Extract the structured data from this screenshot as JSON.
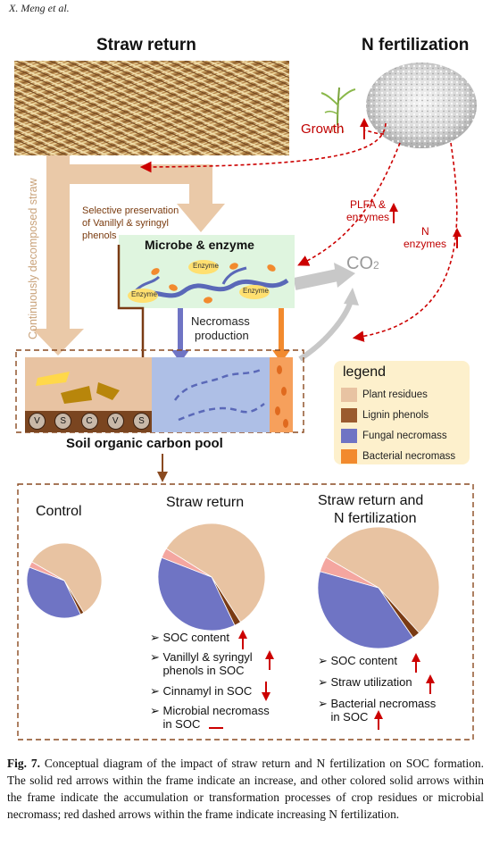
{
  "header": "X. Meng et al.",
  "titles": {
    "straw_return": "Straw return",
    "n_fertilization": "N fertilization"
  },
  "labels": {
    "growth": "Growth",
    "continuously_decomposed_straw": "Continuously decomposed straw",
    "selective_preservation_1": "Selective preservation",
    "selective_preservation_2": "of Vanillyl & syringyl",
    "selective_preservation_3": "phenols",
    "plfa_1": "PLFA &",
    "plfa_2": "enzymes",
    "n_enzymes_1": "N",
    "n_enzymes_2": "enzymes",
    "microbe_enzyme": "Microbe & enzyme",
    "enzyme": "Enzyme",
    "co2_main": "CO",
    "co2_sub": "2",
    "necromass_1": "Necromass",
    "necromass_2": "production",
    "soil_pool": "Soil organic carbon pool",
    "lignin_glyphs": [
      "V",
      "S",
      "C",
      "V",
      "S"
    ]
  },
  "legend": {
    "title": "legend",
    "items": [
      {
        "label": "Plant residues",
        "color": "#e8c3a2"
      },
      {
        "label": "Lignin phenols",
        "color": "#9a5a2e"
      },
      {
        "label": "Fungal necromass",
        "color": "#6f74c4"
      },
      {
        "label": "Bacterial necromass",
        "color": "#f28a2e"
      }
    ]
  },
  "colors": {
    "straw_arrow": "#eac9a8",
    "red_dashed": "#cc0000",
    "microbe_box": "#dff5df",
    "fungal_box": "#aebfe6",
    "bacterial_box": "#f6a05c",
    "frame": "#8a4a20",
    "co2_arrow": "#c8c8c8"
  },
  "pies": [
    {
      "title": "Control",
      "slices": [
        {
          "name": "Plant residues",
          "value": 58,
          "color": "#e8c3a2"
        },
        {
          "name": "Lignin phenols",
          "value": 1.5,
          "color": "#7a3b14"
        },
        {
          "name": "Fungal necromass",
          "value": 38,
          "color": "#6f74c4"
        },
        {
          "name": "Bacterial necromass",
          "value": 2.5,
          "color": "#f4a6a0"
        }
      ],
      "bullets": []
    },
    {
      "title": "Straw return",
      "slices": [
        {
          "name": "Plant residues",
          "value": 57,
          "color": "#e8c3a2"
        },
        {
          "name": "Lignin phenols",
          "value": 2,
          "color": "#7a3b14"
        },
        {
          "name": "Fungal necromass",
          "value": 38,
          "color": "#6f74c4"
        },
        {
          "name": "Bacterial necromass",
          "value": 3,
          "color": "#f4a6a0"
        }
      ],
      "bullets": [
        {
          "text": "SOC content",
          "trend": "up"
        },
        {
          "text": "Vanillyl & syringyl",
          "text2": "phenols in SOC",
          "trend": "up"
        },
        {
          "text": "Cinnamyl in SOC",
          "trend": "down"
        },
        {
          "text": "Microbial necromass",
          "text2": "in SOC",
          "trend": "flat"
        }
      ]
    },
    {
      "title": "Straw return and",
      "title2": "N fertilization",
      "slices": [
        {
          "name": "Plant residues",
          "value": 55,
          "color": "#e8c3a2"
        },
        {
          "name": "Lignin phenols",
          "value": 2,
          "color": "#7a3b14"
        },
        {
          "name": "Fungal necromass",
          "value": 39,
          "color": "#6f74c4"
        },
        {
          "name": "Bacterial necromass",
          "value": 4,
          "color": "#f4a6a0"
        }
      ],
      "bullets": [
        {
          "text": "SOC content",
          "trend": "up"
        },
        {
          "text": "Straw utilization",
          "trend": "up"
        },
        {
          "text": "Bacterial necromass",
          "text2": "in SOC",
          "trend": "up"
        }
      ]
    }
  ],
  "caption": {
    "label": "Fig. 7.",
    "text": "Conceptual diagram of the impact of straw return and N fertilization on SOC formation. The solid red arrows within the frame indicate an increase, and other colored solid arrows within the frame indicate the accumulation or transformation processes of crop residues or microbial necromass; red dashed arrows within the frame indicate increasing N fertilization."
  }
}
